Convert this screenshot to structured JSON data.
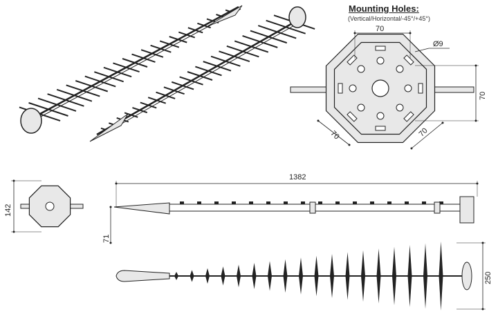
{
  "header": {
    "title": "Mounting Holes:",
    "subtitle": "(Vertical/Horizontal/-45°/+45°)"
  },
  "plate_view": {
    "dim_top": "70",
    "dim_hole": "Ø9",
    "dim_right": "70",
    "dim_bottom_left": "70",
    "dim_bottom_right": "70"
  },
  "front_view": {
    "dim_height": "142"
  },
  "side_view": {
    "dim_length": "1382",
    "dim_offset": "71"
  },
  "bottom_view": {
    "dim_width": "250"
  },
  "colors": {
    "line": "#222222",
    "fill": "#e8e8e8"
  }
}
